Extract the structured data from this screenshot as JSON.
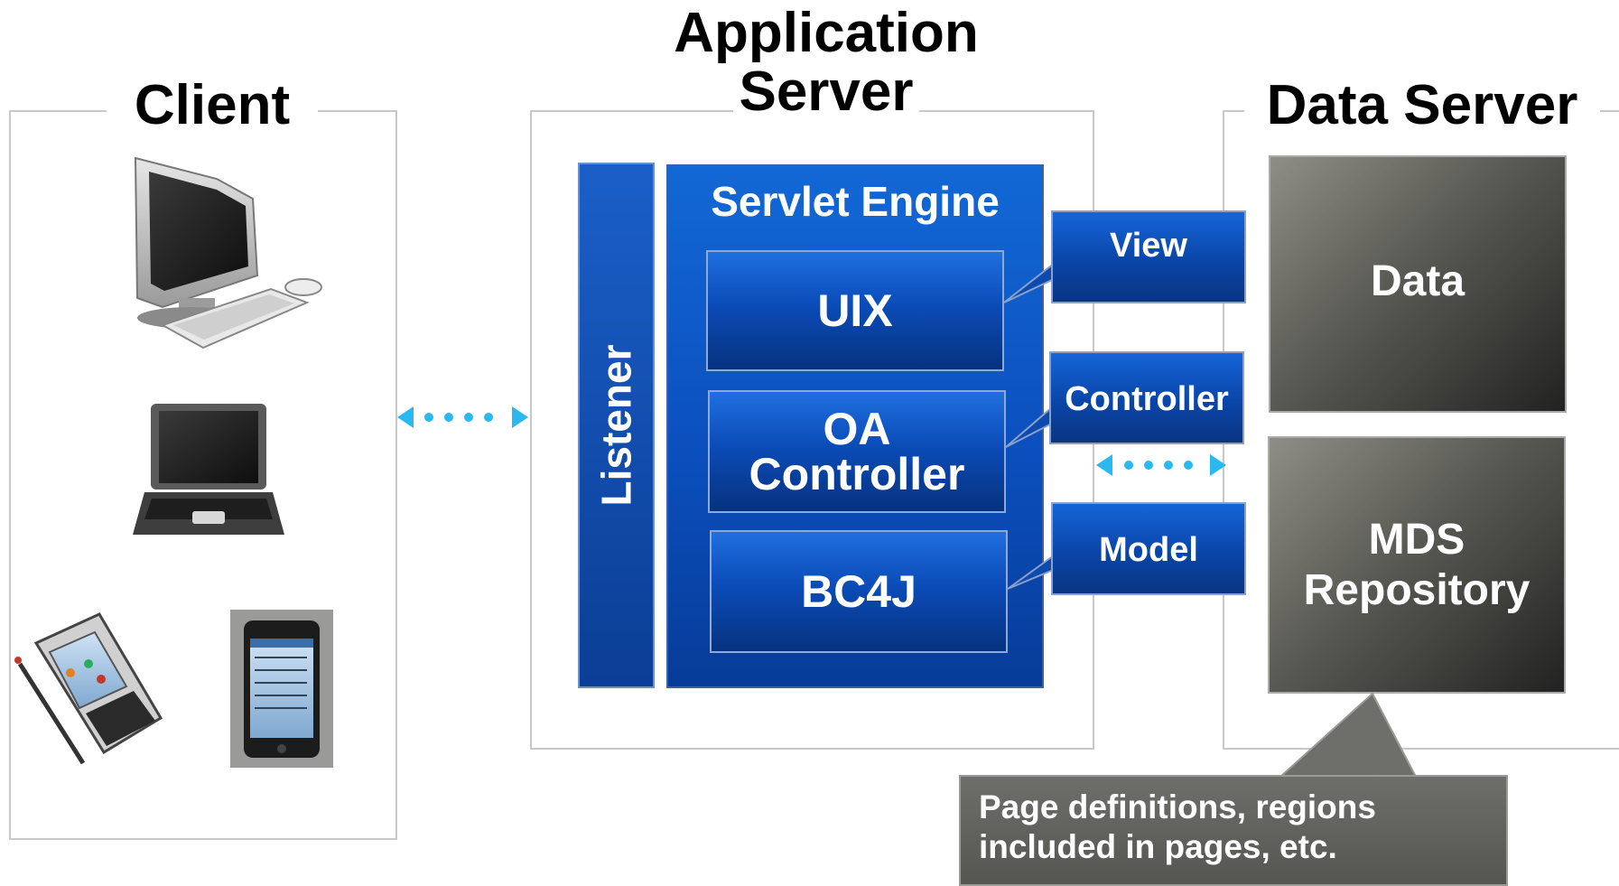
{
  "panels": {
    "client": {
      "title": "Client"
    },
    "app_server": {
      "title_line1": "Application",
      "title_line2": "Server"
    },
    "data_server": {
      "title": "Data Server"
    }
  },
  "app_server": {
    "listener_label": "Listener",
    "servlet_engine_label": "Servlet Engine",
    "uix_label": "UIX",
    "oa_controller_line1": "OA",
    "oa_controller_line2": "Controller",
    "bc4j_label": "BC4J"
  },
  "callouts": {
    "view": "View",
    "controller": "Controller",
    "model": "Model"
  },
  "data_server": {
    "data_label": "Data",
    "mds_line1": "MDS",
    "mds_line2": "Repository"
  },
  "note": {
    "line1": "Page definitions, regions",
    "line2": "included in pages, etc."
  },
  "icons": [
    "desktop-computer-icon",
    "laptop-icon",
    "smartphone-with-stylus-icon",
    "touchscreen-phone-icon"
  ],
  "colors": {
    "arrow": "#2ab8f0",
    "blue_dark": "#06327f",
    "blue_light": "#1f6fe0",
    "grey_dark": "#2a2a2a",
    "grey_light": "#8a8a80"
  }
}
